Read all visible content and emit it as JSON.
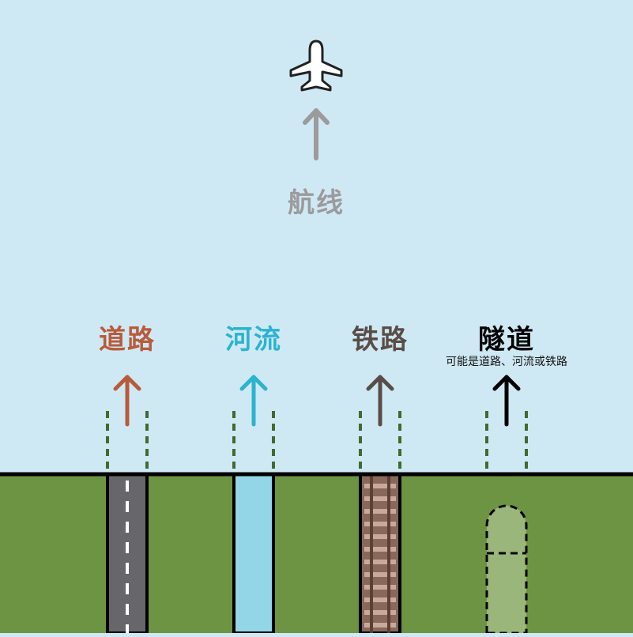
{
  "flight": {
    "label": "航线",
    "color": "#9b9b9b"
  },
  "routes": [
    {
      "id": "road",
      "label": "道路",
      "color": "#b85b3c"
    },
    {
      "id": "river",
      "label": "河流",
      "color": "#2bb3d0"
    },
    {
      "id": "rail",
      "label": "铁路",
      "color": "#5a4d47"
    },
    {
      "id": "tunnel",
      "label": "隧道",
      "color": "#000000",
      "note": "可能是道路、河流或铁路"
    }
  ],
  "colors": {
    "sky": "#cfe9f4",
    "ground": "#6c9442",
    "guide": "#3f6b2d",
    "asphalt": "#67666a",
    "water": "#93d6e7",
    "rail_bed": "#87685a",
    "tunnel_fill": "#9ab67a"
  }
}
